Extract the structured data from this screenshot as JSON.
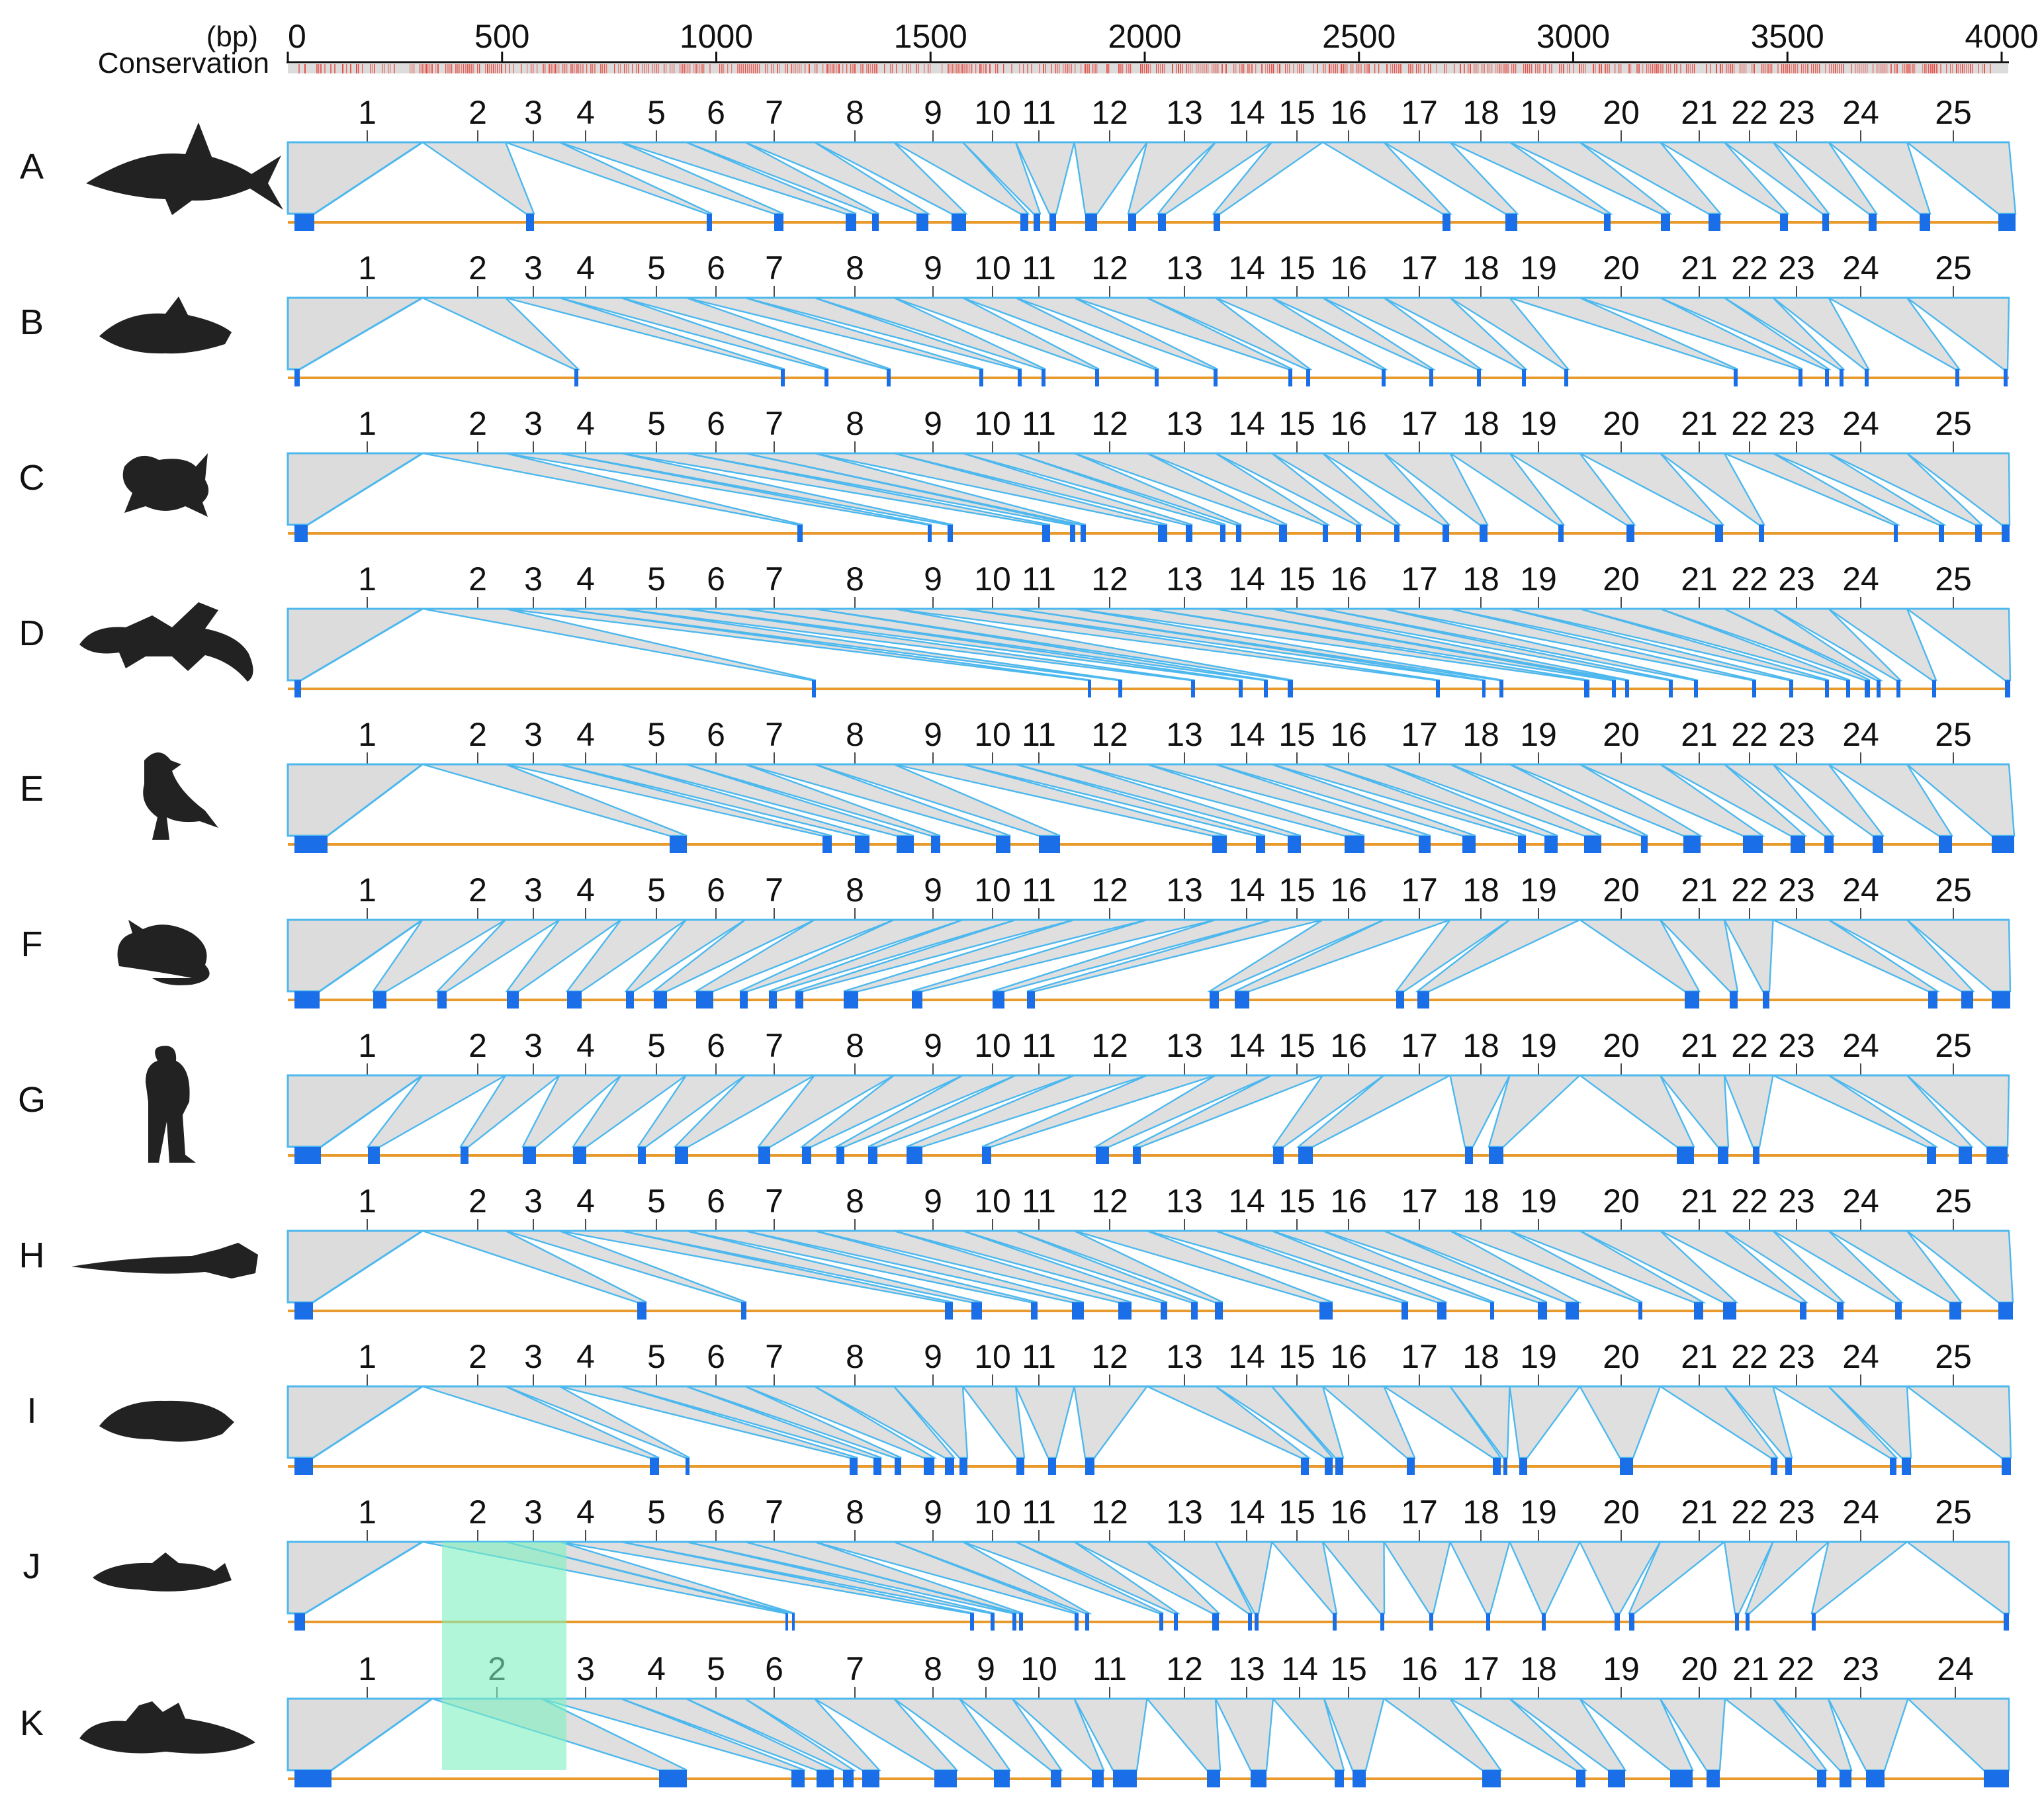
{
  "header": {
    "unit_label": "(bp)",
    "conservation_label": "Conservation",
    "ruler_ticks": [
      "0",
      "500",
      "1000",
      "1500",
      "2000",
      "2500",
      "3000",
      "3500",
      "4000"
    ]
  },
  "colors": {
    "connector": "#4db8ee",
    "shade": "#dcdcdc",
    "exon": "#1a6ee8",
    "intron": "#e89b2c",
    "conservation": "#e8463c",
    "highlight": "#7ff0c0"
  },
  "rows": [
    {
      "letter": "A",
      "organism_icon": "shark-icon",
      "exons": [
        "1",
        "2",
        "3",
        "4",
        "5",
        "6",
        "7",
        "8",
        "9",
        "10",
        "11",
        "12",
        "13",
        "14",
        "15",
        "16",
        "17",
        "18",
        "19",
        "20",
        "21",
        "22",
        "23",
        "24",
        "25"
      ]
    },
    {
      "letter": "B",
      "organism_icon": "coelacanth-icon",
      "exons": [
        "1",
        "2",
        "3",
        "4",
        "5",
        "6",
        "7",
        "8",
        "9",
        "10",
        "11",
        "12",
        "13",
        "14",
        "15",
        "16",
        "17",
        "18",
        "19",
        "20",
        "21",
        "22",
        "23",
        "24",
        "25"
      ]
    },
    {
      "letter": "C",
      "organism_icon": "frog-icon",
      "exons": [
        "1",
        "2",
        "3",
        "4",
        "5",
        "6",
        "7",
        "8",
        "9",
        "10",
        "11",
        "12",
        "13",
        "14",
        "15",
        "16",
        "17",
        "18",
        "19",
        "20",
        "21",
        "22",
        "23",
        "24",
        "25"
      ]
    },
    {
      "letter": "D",
      "organism_icon": "alligator-icon",
      "exons": [
        "1",
        "2",
        "3",
        "4",
        "5",
        "6",
        "7",
        "8",
        "9",
        "10",
        "11",
        "12",
        "13",
        "14",
        "15",
        "16",
        "17",
        "18",
        "19",
        "20",
        "21",
        "22",
        "23",
        "24",
        "25"
      ]
    },
    {
      "letter": "E",
      "organism_icon": "bird-icon",
      "exons": [
        "1",
        "2",
        "3",
        "4",
        "5",
        "6",
        "7",
        "8",
        "9",
        "10",
        "11",
        "12",
        "13",
        "14",
        "15",
        "16",
        "17",
        "18",
        "19",
        "20",
        "21",
        "22",
        "23",
        "24",
        "25"
      ]
    },
    {
      "letter": "F",
      "organism_icon": "mouse-icon",
      "exons": [
        "1",
        "2",
        "3",
        "4",
        "5",
        "6",
        "7",
        "8",
        "9",
        "10",
        "11",
        "12",
        "13",
        "14",
        "15",
        "16",
        "17",
        "18",
        "19",
        "20",
        "21",
        "22",
        "23",
        "24",
        "25"
      ]
    },
    {
      "letter": "G",
      "organism_icon": "human-icon",
      "exons": [
        "1",
        "2",
        "3",
        "4",
        "5",
        "6",
        "7",
        "8",
        "9",
        "10",
        "11",
        "12",
        "13",
        "14",
        "15",
        "16",
        "17",
        "18",
        "19",
        "20",
        "21",
        "22",
        "23",
        "24",
        "25"
      ]
    },
    {
      "letter": "H",
      "organism_icon": "gar-icon",
      "exons": [
        "1",
        "2",
        "3",
        "4",
        "5",
        "6",
        "7",
        "8",
        "9",
        "10",
        "11",
        "12",
        "13",
        "14",
        "15",
        "16",
        "17",
        "18",
        "19",
        "20",
        "21",
        "22",
        "23",
        "24",
        "25"
      ]
    },
    {
      "letter": "I",
      "organism_icon": "arowana-icon",
      "exons": [
        "1",
        "2",
        "3",
        "4",
        "5",
        "6",
        "7",
        "8",
        "9",
        "10",
        "11",
        "12",
        "13",
        "14",
        "15",
        "16",
        "17",
        "18",
        "19",
        "20",
        "21",
        "22",
        "23",
        "24",
        "25"
      ]
    },
    {
      "letter": "J",
      "organism_icon": "zebrafish-icon",
      "exons": [
        "1",
        "2",
        "3",
        "4",
        "5",
        "6",
        "7",
        "8",
        "9",
        "10",
        "11",
        "12",
        "13",
        "14",
        "15",
        "16",
        "17",
        "18",
        "19",
        "20",
        "21",
        "22",
        "23",
        "24",
        "25"
      ]
    },
    {
      "letter": "K",
      "organism_icon": "mudskipper-icon",
      "exons": [
        "1",
        "2",
        "3",
        "4",
        "5",
        "6",
        "7",
        "8",
        "9",
        "10",
        "11",
        "12",
        "13",
        "14",
        "15",
        "16",
        "17",
        "18",
        "19",
        "20",
        "21",
        "22",
        "23",
        "24"
      ]
    }
  ]
}
